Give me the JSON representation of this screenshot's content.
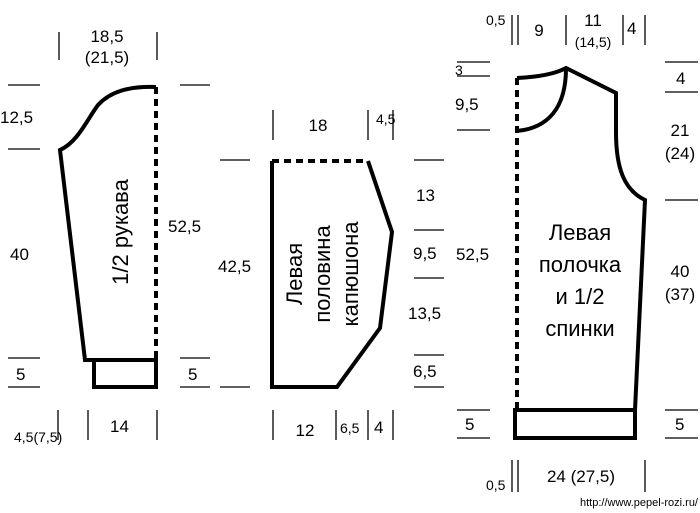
{
  "sleeve": {
    "title": "1/2 рукава",
    "top_width": "18,5",
    "top_width_alt": "(21,5)",
    "cap_height": "12,5",
    "length": "40",
    "cuff_left": "5",
    "total_height": "52,5",
    "cuff_right": "5",
    "cuff_offset": "4,5(7,5)",
    "bottom_width": "14"
  },
  "hood": {
    "title_line1": "Левая",
    "title_line2": "половина",
    "title_line3": "капюшона",
    "top_width": "18",
    "top_right": "4,5",
    "height": "42,5",
    "seg1": "13",
    "seg2": "9,5",
    "seg3": "13,5",
    "seg4": "6,5",
    "bottom_width": "12",
    "bottom_mid": "6,5",
    "bottom_right": "4"
  },
  "body": {
    "title_line1": "Левая",
    "title_line2": "полочка",
    "title_line3": "и 1/2",
    "title_line4": "спинки",
    "top_left_offset": "0,5",
    "neck_width": "9",
    "shoulder_width": "11",
    "shoulder_width_alt": "(14,5)",
    "top_right": "4",
    "neck_top": "3",
    "neck_depth": "9,5",
    "total_height": "52,5",
    "shoulder_drop": "4",
    "armhole": "21",
    "armhole_alt": "(24)",
    "side_length": "40",
    "side_length_alt": "(37)",
    "hem_left": "5",
    "hem_right": "5",
    "bottom_offset": "0,5",
    "bottom_width": "24 (27,5)"
  },
  "watermark": "http://www.pepel-rozi.ru/"
}
